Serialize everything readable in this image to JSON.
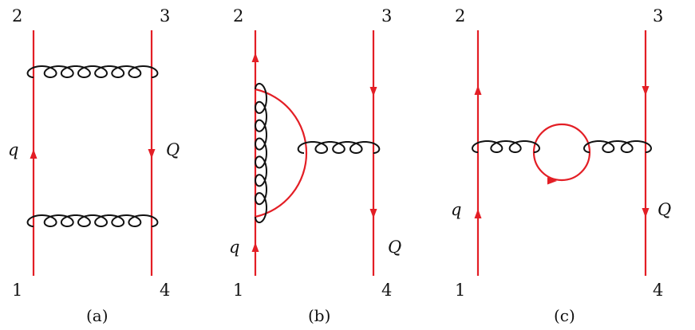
{
  "colors": {
    "quark": "#e31e25",
    "gluon": "#111111"
  },
  "diagrams": [
    {
      "caption": "(a)",
      "top_left": "2",
      "top_right": "3",
      "bottom_left": "1",
      "bottom_right": "4",
      "light_quark": "q",
      "heavy_quark": "Q"
    },
    {
      "caption": "(b)",
      "top_left": "2",
      "top_right": "3",
      "bottom_left": "1",
      "bottom_right": "4",
      "light_quark": "q",
      "heavy_quark": "Q"
    },
    {
      "caption": "(c)",
      "top_left": "2",
      "top_right": "3",
      "bottom_left": "1",
      "bottom_right": "4",
      "light_quark": "q",
      "heavy_quark": "Q"
    }
  ]
}
